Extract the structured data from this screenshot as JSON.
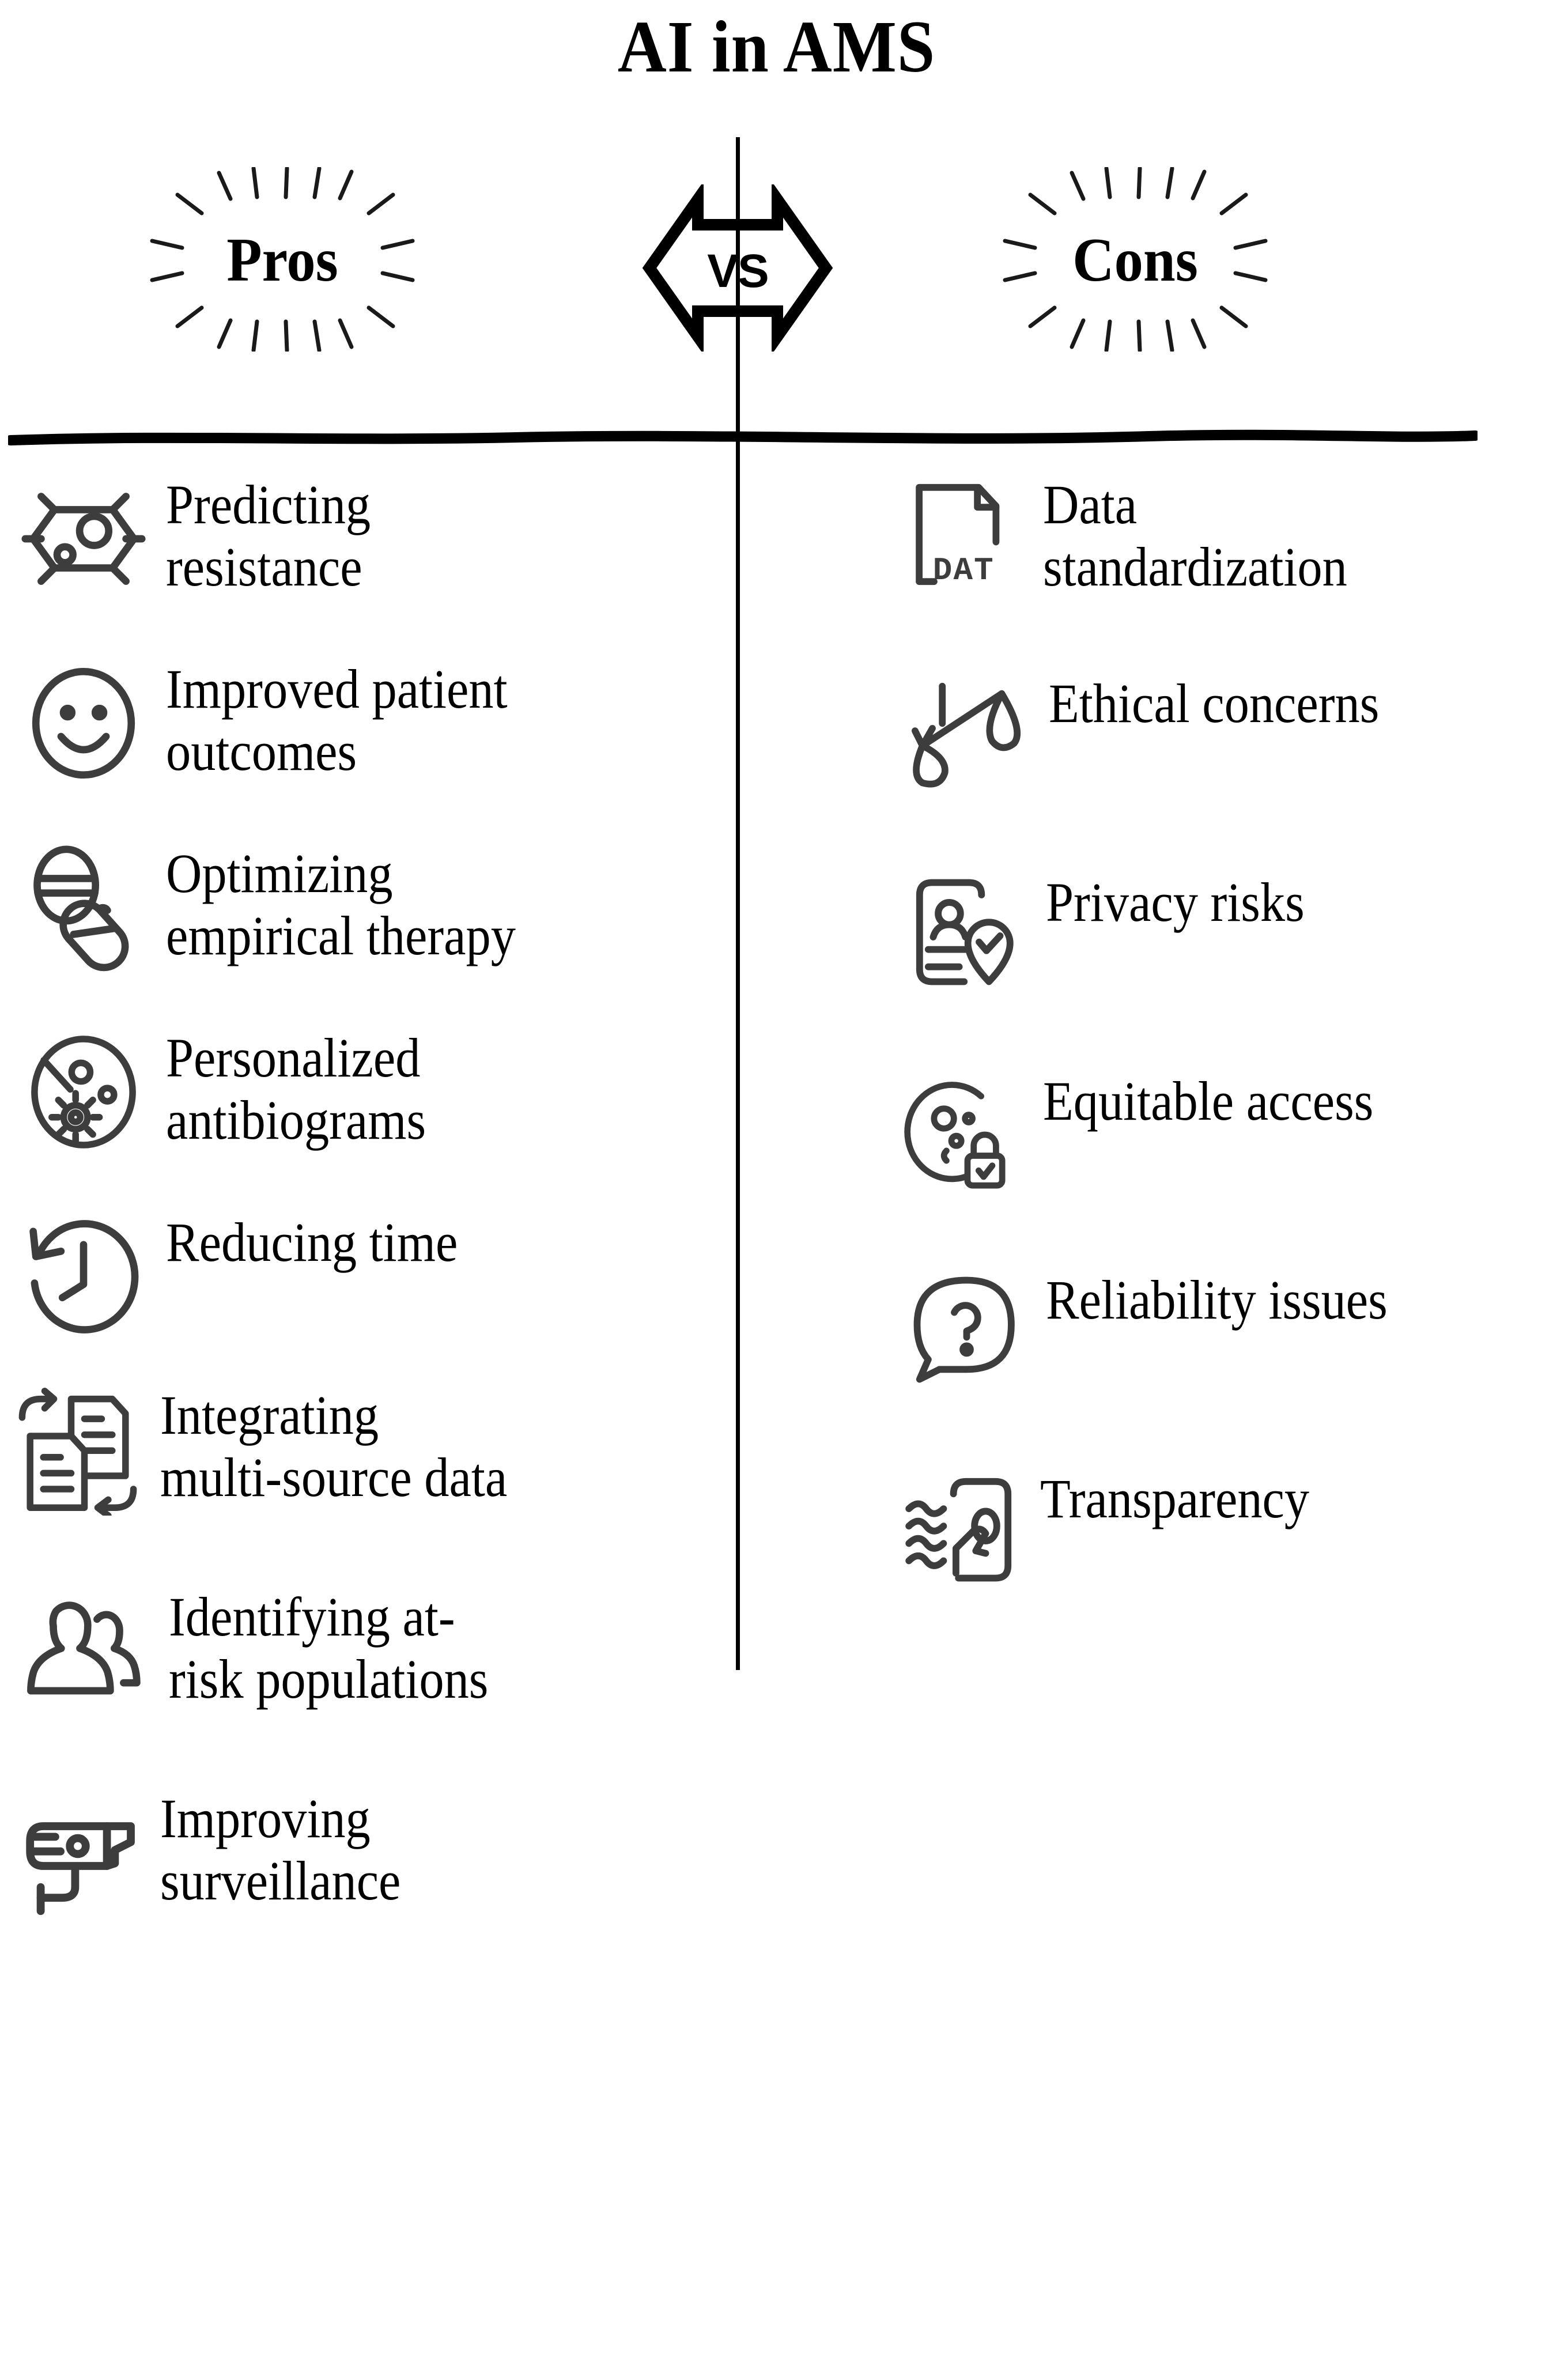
{
  "title": "AI in AMS",
  "headers": {
    "left": "Pros",
    "right": "Cons",
    "center_badge": "VS"
  },
  "colors": {
    "icon_stroke": "#3d3d3d",
    "text": "#000000",
    "divider": "#000000",
    "background": "#ffffff"
  },
  "pros": [
    {
      "icon": "bacteria-cell-icon",
      "label": "Predicting\nresistance"
    },
    {
      "icon": "smiley-face-icon",
      "label": "Improved patient\noutcomes"
    },
    {
      "icon": "pills-capsule-icon",
      "label": "Optimizing\nempirical therapy"
    },
    {
      "icon": "petri-dish-microbe-icon",
      "label": "Personalized\nantibiograms"
    },
    {
      "icon": "clock-rewind-icon",
      "label": "Reducing time"
    },
    {
      "icon": "documents-exchange-icon",
      "label": "Integrating\nmulti-source data"
    },
    {
      "icon": "people-group-icon",
      "label": "Identifying at-\nrisk populations"
    },
    {
      "icon": "cctv-camera-icon",
      "label": "Improving\nsurveillance"
    }
  ],
  "cons": [
    {
      "icon": "dat-file-icon",
      "label": "Data\nstandardization"
    },
    {
      "icon": "scales-balance-icon",
      "label": "Ethical concerns"
    },
    {
      "icon": "id-card-verified-icon",
      "label": "Privacy risks"
    },
    {
      "icon": "petri-dish-lock-icon",
      "label": "Equitable access"
    },
    {
      "icon": "question-bubble-icon",
      "label": "Reliability issues"
    },
    {
      "icon": "transparency-waves-icon",
      "label": "Transparency"
    }
  ]
}
